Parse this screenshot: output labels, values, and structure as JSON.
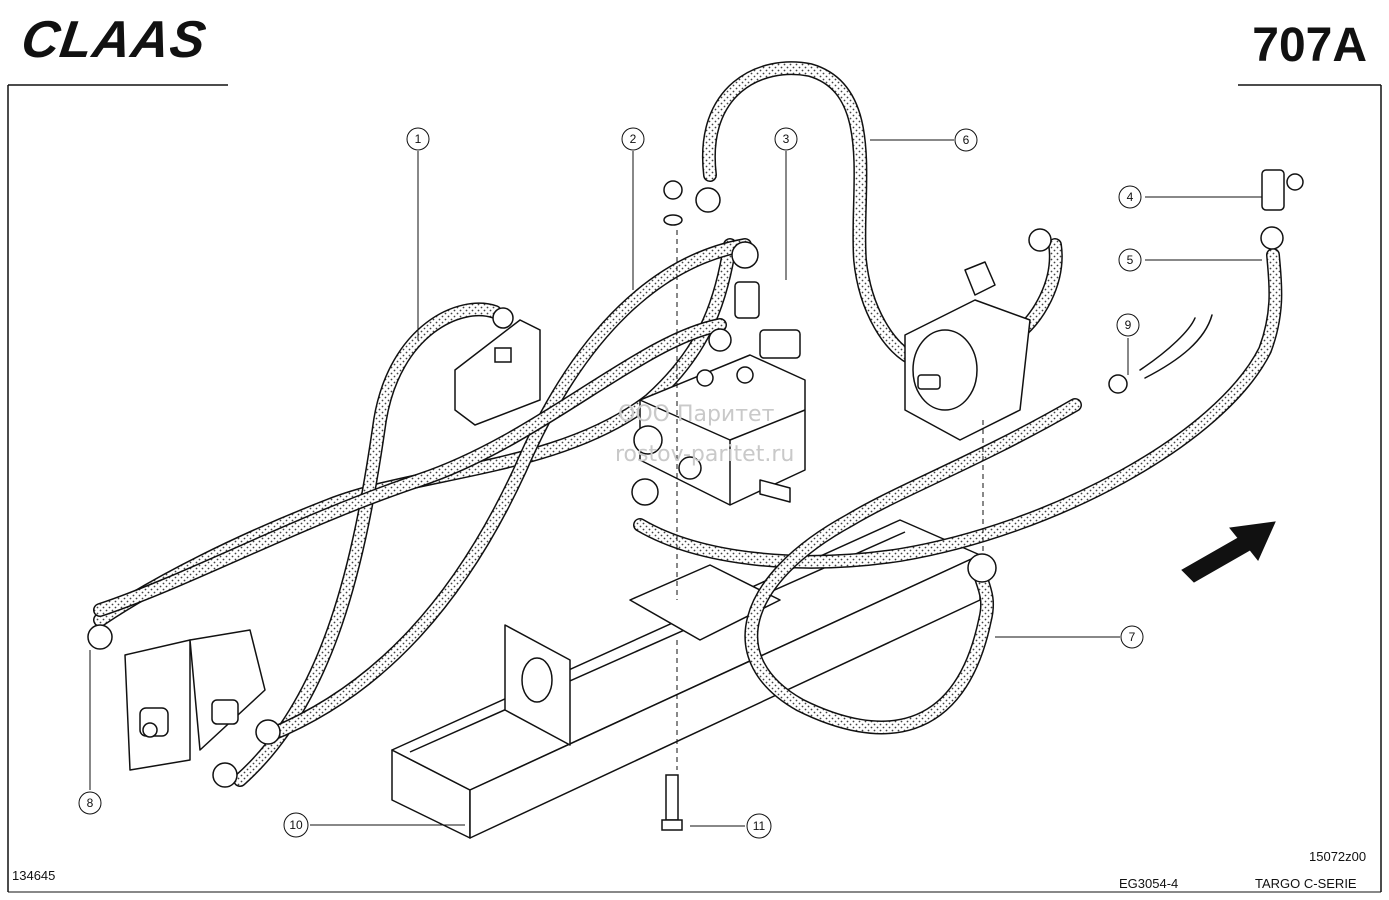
{
  "header": {
    "brand": "CLAAS",
    "page_code": "707A"
  },
  "footer": {
    "image_number": "134645",
    "doc_code": "EG3054-4",
    "drawing_code": "15072z00",
    "series": "TARGO C-SERIE"
  },
  "watermark": {
    "line1": "ООО Паритет",
    "line2": "rostov-paritet.ru"
  },
  "callouts": [
    "1",
    "2",
    "3",
    "4",
    "5",
    "6",
    "7",
    "8",
    "9",
    "10",
    "11"
  ]
}
